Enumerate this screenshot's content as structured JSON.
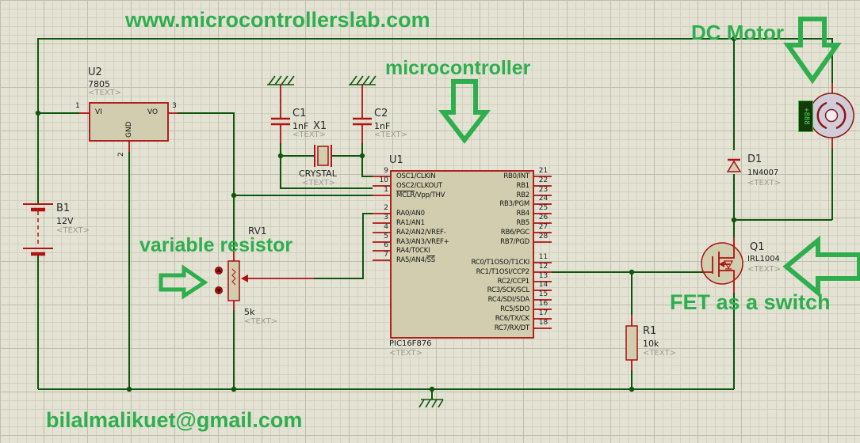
{
  "annotations": {
    "title": "www.microcontrollerslab.com",
    "email": "bilalmalikuet@gmail.com",
    "dc_motor": "DC Motor",
    "microcontroller": "microcontroller",
    "variable_resistor": "variable resistor",
    "fet_switch": "FET as a switch"
  },
  "colors": {
    "annotation_green": "#2fae4e",
    "wire_green": "#0e550e",
    "component_red": "#a81010",
    "component_fill": "#d1cdae",
    "background": "#e3e2d3"
  },
  "components": {
    "u2": {
      "ref": "U2",
      "value": "7805",
      "text": "<TEXT>",
      "pins": {
        "vi": "VI",
        "vo": "VO",
        "gnd": "GND"
      },
      "pin_numbers": {
        "vi": "1",
        "vo": "3",
        "gnd": "2"
      }
    },
    "b1": {
      "ref": "B1",
      "value": "12V",
      "text": "<TEXT>"
    },
    "c1": {
      "ref": "C1",
      "value": "1nF",
      "text": "<TEXT>"
    },
    "c2": {
      "ref": "C2",
      "value": "1nF",
      "text": "<TEXT>"
    },
    "x1": {
      "ref": "X1",
      "value": "CRYSTAL",
      "text": "<TEXT>"
    },
    "rv1": {
      "ref": "RV1",
      "value": "5k",
      "text": "<TEXT>"
    },
    "r1": {
      "ref": "R1",
      "value": "10k",
      "text": "<TEXT>"
    },
    "d1": {
      "ref": "D1",
      "value": "1N4007",
      "text": "<TEXT>"
    },
    "q1": {
      "ref": "Q1",
      "value": "IRL1004",
      "text": "<TEXT>"
    },
    "motor": {
      "display": "+888"
    },
    "u1": {
      "ref": "U1",
      "value": "PIC16F876",
      "text": "<TEXT>",
      "left_pins": [
        {
          "num": "9",
          "pre": "OSC1/CLKIN",
          "ovl": "",
          "post": ""
        },
        {
          "num": "10",
          "pre": "OSC2/CLKOUT",
          "ovl": "",
          "post": ""
        },
        {
          "num": "1",
          "pre": "",
          "ovl": "MCLR",
          "post": "/Vpp/THV"
        },
        {
          "num": "2",
          "pre": "RA0/AN0",
          "ovl": "",
          "post": ""
        },
        {
          "num": "3",
          "pre": "RA1/AN1",
          "ovl": "",
          "post": ""
        },
        {
          "num": "4",
          "pre": "RA2/AN2/VREF-",
          "ovl": "",
          "post": ""
        },
        {
          "num": "5",
          "pre": "RA3/AN3/VREF+",
          "ovl": "",
          "post": ""
        },
        {
          "num": "6",
          "pre": "RA4/T0CKI",
          "ovl": "",
          "post": ""
        },
        {
          "num": "7",
          "pre": "RA5/AN4/",
          "ovl": "SS",
          "post": ""
        }
      ],
      "right_pins": [
        {
          "num": "21",
          "name": "RB0/INT"
        },
        {
          "num": "22",
          "name": "RB1"
        },
        {
          "num": "23",
          "name": "RB2"
        },
        {
          "num": "24",
          "name": "RB3/PGM"
        },
        {
          "num": "25",
          "name": "RB4"
        },
        {
          "num": "26",
          "name": "RB5"
        },
        {
          "num": "27",
          "name": "RB6/PGC"
        },
        {
          "num": "28",
          "name": "RB7/PGD"
        },
        {
          "num": "11",
          "name": "RC0/T1OSO/T1CKI"
        },
        {
          "num": "12",
          "name": "RC1/T1OSI/CCP2"
        },
        {
          "num": "13",
          "name": "RC2/CCP1"
        },
        {
          "num": "14",
          "name": "RC3/SCK/SCL"
        },
        {
          "num": "15",
          "name": "RC4/SDI/SDA"
        },
        {
          "num": "16",
          "name": "RC5/SDO"
        },
        {
          "num": "17",
          "name": "RC6/TX/CK"
        },
        {
          "num": "18",
          "name": "RC7/RX/DT"
        }
      ]
    }
  }
}
